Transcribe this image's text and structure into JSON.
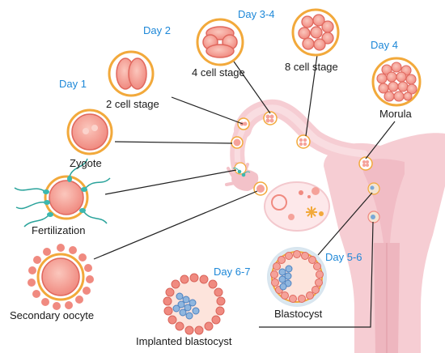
{
  "days": {
    "day1": "Day 1",
    "day2": "Day 2",
    "day34": "Day 3-4",
    "day4": "Day 4",
    "day56": "Day 5-6",
    "day67": "Day 6-7"
  },
  "stages": {
    "two_cell": "2 cell stage",
    "four_cell": "4 cell stage",
    "eight_cell": "8 cell stage",
    "morula": "Morula",
    "zygote": "Zygote",
    "fertilization": "Fertilization",
    "secondary_oocyte": "Secondary oocyte",
    "blastocyst": "Blastocyst",
    "implanted_blastocyst": "Implanted blastocyst"
  },
  "colors": {
    "zona": "#f2a93b",
    "cell_fill": "#f5a29a",
    "cell_stroke": "#e0685e",
    "halo": "#e4eef4",
    "uterus": "#f6cdd3",
    "uterus_dark": "#eeb6bf",
    "leader": "#222222",
    "day_text": "#1e88d8"
  }
}
